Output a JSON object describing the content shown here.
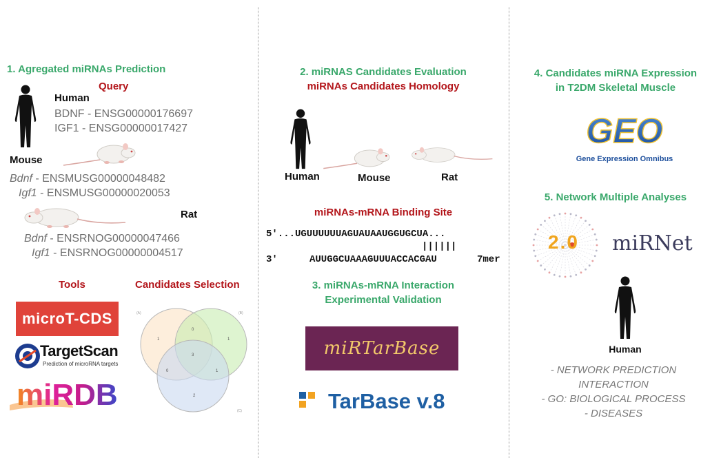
{
  "panel1": {
    "title": "1. Agregated miRNAs Prediction",
    "query": "Query",
    "human_label": "Human",
    "human_genes": [
      "BDNF - ENSG00000176697",
      "IGF1 - ENSG00000017427"
    ],
    "mouse_label": "Mouse",
    "mouse_genes": [
      {
        "symbol": "Bdnf",
        "id": " - ENSMUSG00000048482"
      },
      {
        "symbol": "Igf1",
        "id": " - ENSMUSG00000020053"
      }
    ],
    "rat_label": "Rat",
    "rat_genes": [
      {
        "symbol": "Bdnf",
        "id": " - ENSRNOG00000047466"
      },
      {
        "symbol": "Igf1",
        "id": " - ENSRNOG00000004517"
      }
    ],
    "tools_title": "Tools",
    "candidates_title": "Candidates Selection",
    "tools": {
      "microt": "microT-CDS",
      "targetscan": "TargetScan",
      "targetscan_sub": "Prediction of microRNA targets",
      "mirdb": "miRDB"
    },
    "venn": {
      "set_labels": [
        "(A)",
        "(B)",
        "(C)"
      ],
      "counts": {
        "a_only": "1",
        "b_only": "1",
        "c_only": "2",
        "ab": "0",
        "ac": "0",
        "bc": "1",
        "abc": "3"
      }
    }
  },
  "panel2": {
    "title": "2. miRNAS Candidates Evaluation",
    "subtitle": "miRNAs Candidates Homology",
    "species": [
      "Human",
      "Mouse",
      "Rat"
    ],
    "binding_title": "miRNAs-mRNA Binding Site",
    "seq_top": "5'...UGUUUUUUAGUAUAAUGGUGCUA...",
    "seq_bars": "||||||",
    "seq_bottom_prefix": "3'",
    "seq_bottom": "AUUGGCUAAAGUUUACCACGAU",
    "seq_type": "7mer",
    "validation_title_1": "3. miRNAs-mRNA Interaction",
    "validation_title_2": "Experimental Validation",
    "mirtarbase": "miRTarBase",
    "tarbase": "TarBase v.8"
  },
  "panel3": {
    "title_1": "4. Candidates miRNA Expression",
    "title_2": "in T2DM Skeletal Muscle",
    "geo_logo": "GEO",
    "geo_sub": "Gene Expression Omnibus",
    "network_title": "5. Network Multiple Analyses",
    "mirnet_version": "2.0",
    "mirnet": "miRNet",
    "human_label": "Human",
    "analyses": [
      "- NETWORK PREDICTION",
      "INTERACTION",
      "- GO: BIOLOGICAL PROCESS",
      "- DISEASES"
    ]
  },
  "colors": {
    "green": "#3aa86b",
    "red": "#b3161b",
    "microt_bg": "#e0433a",
    "mirtarbase_bg": "#6b2553",
    "tarbase": "#1e5fa3"
  }
}
